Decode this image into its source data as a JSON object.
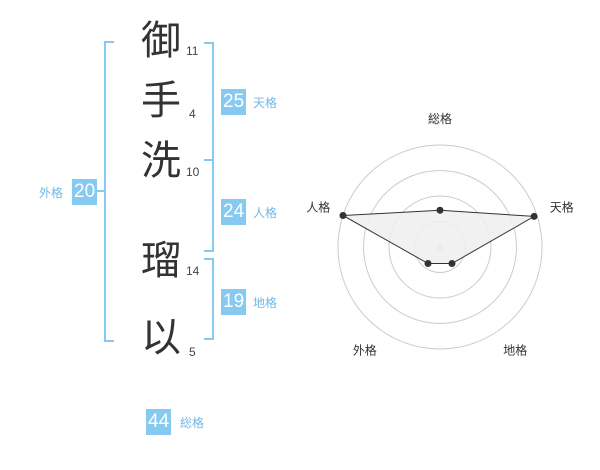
{
  "name": {
    "characters": [
      {
        "char": "御",
        "strokes": "11"
      },
      {
        "char": "手",
        "strokes": "4"
      },
      {
        "char": "洗",
        "strokes": "10"
      },
      {
        "char": "瑠",
        "strokes": "14"
      },
      {
        "char": "以",
        "strokes": "5"
      }
    ]
  },
  "kakusu": {
    "tenkaku": {
      "value": "25",
      "label": "天格"
    },
    "jinkaku": {
      "value": "24",
      "label": "人格"
    },
    "chikaku": {
      "value": "19",
      "label": "地格"
    },
    "gaikaku": {
      "value": "20",
      "label": "外格"
    },
    "soukaku": {
      "value": "44",
      "label": "総格"
    }
  },
  "colors": {
    "accent": "#86c9f1",
    "accent_text": "#6fb9e6",
    "text": "#333333",
    "grid": "#cccccc",
    "polygon_fill": "#eeeeee",
    "polygon_stroke": "#333333"
  },
  "chart_data": {
    "type": "radar",
    "axes": [
      "総格",
      "天格",
      "地格",
      "外格",
      "人格"
    ],
    "values": [
      0.36,
      0.97,
      0.2,
      0.2,
      1.0
    ],
    "range": [
      0,
      1
    ],
    "rings": 4
  }
}
